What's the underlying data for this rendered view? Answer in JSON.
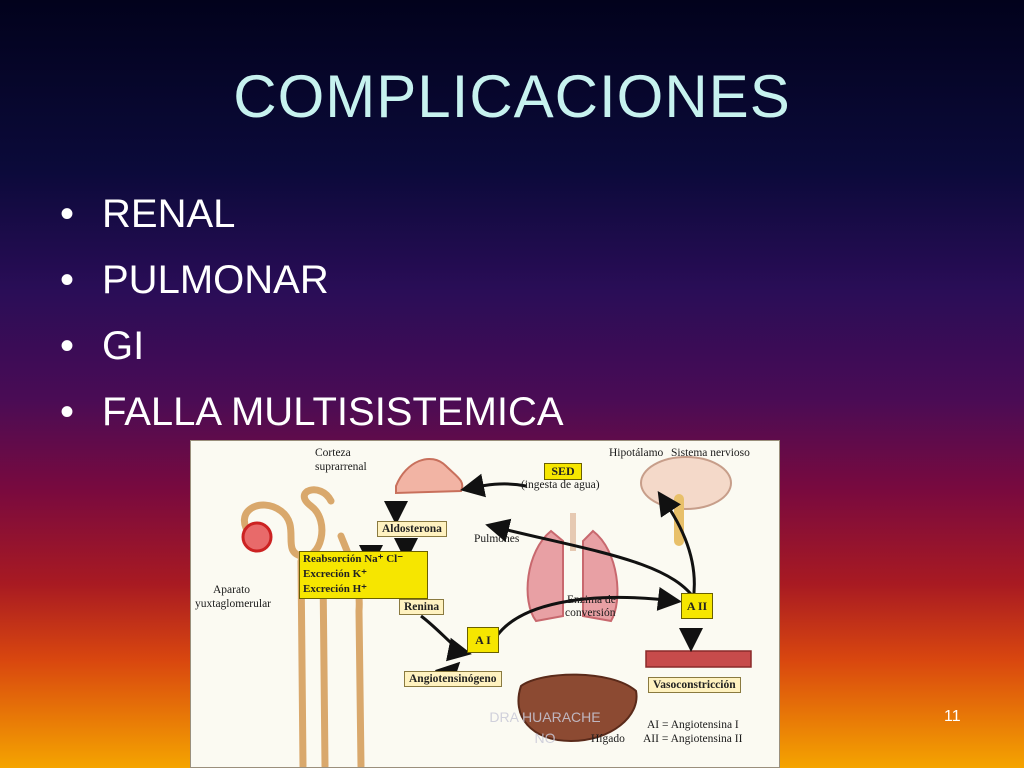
{
  "slide": {
    "title": "COMPLICACIONES",
    "bullets": [
      "RENAL",
      "PULMONAR",
      "GI",
      "FALLA MULTISISTEMICA"
    ],
    "footer_line1": "DRA HUARACHE",
    "footer_line2": "NO",
    "page_number": "11"
  },
  "diagram": {
    "labels": {
      "corteza": "Corteza",
      "suprarrenal": "suprarrenal",
      "hipotalamo": "Hipotálamo",
      "sistema_nervioso": "Sistema nervioso",
      "sed": "SED",
      "ingesta": "(ingesta de agua)",
      "aldosterona": "Aldosterona",
      "pulmones": "Pulmones",
      "reabsorcion": "Reabsorción Na⁺ Cl⁻",
      "excrecion_k": "Excreción    K⁺",
      "excrecion_h": "Excreción    H⁺",
      "aparato": "Aparato",
      "yuxtaglomerular": "yuxtaglomerular",
      "renina": "Renina",
      "enzima": "Enzima de",
      "conversion": "conversión",
      "a1": "A I",
      "a2": "A II",
      "angiotensinogeno": "Angiotensinógeno",
      "vasoconstriccion": "Vasoconstricción",
      "higado": "Hígado",
      "legend_a1": "AI = Angiotensina I",
      "legend_a2": "AII = Angiotensina II"
    }
  }
}
